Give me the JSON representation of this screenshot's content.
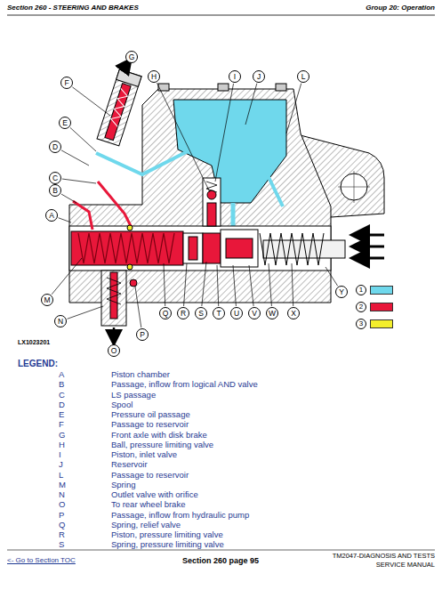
{
  "diagram": {
    "nodes": [
      {
        "text": [
          "A"
        ]
      },
      {
        "text": [
          "B"
        ]
      },
      {
        "text": [
          "C"
        ]
      },
      {
        "text": [
          "D"
        ]
      },
      {
        "text": [
          "E"
        ]
      },
      {
        "text": [
          "F"
        ]
      },
      {
        "text": [
          "G"
        ]
      },
      {
        "text": [
          "H"
        ]
      },
      {
        "text": [
          "I"
        ]
      },
      {
        "text": [
          "J"
        ]
      },
      {
        "text": [
          "L"
        ]
      },
      {
        "text": [
          "M"
        ]
      },
      {
        "text": [
          "N"
        ]
      },
      {
        "text": [
          "O"
        ]
      },
      {
        "text": [
          "P"
        ]
      },
      {
        "text": [
          "Q"
        ]
      },
      {
        "text": [
          "R"
        ]
      },
      {
        "text": [
          "S"
        ]
      },
      {
        "text": [
          "T"
        ]
      },
      {
        "text": [
          "U"
        ]
      },
      {
        "text": [
          "V"
        ]
      },
      {
        "text": [
          "W"
        ]
      },
      {
        "text": [
          "X"
        ]
      },
      {
        "text": [
          "Y"
        ]
      }
    ],
    "labels": [
      "Section 260 - STEERING AND BRAKES",
      "Group 20: Operation",
      "LX1023201",
      "LEGEND:",
      "A",
      "Piston chamber",
      "B",
      "Passage, inflow from logical AND valve",
      "C",
      "LS passage",
      "D",
      "Spool",
      "E",
      "Pressure oil passage",
      "F",
      "Passage to reservoir",
      "G",
      "Front axle with disk brake",
      "H",
      "Ball, pressure limiting valve",
      "I",
      "Piston, inlet valve",
      "J",
      "Reservoir",
      "L",
      "Passage to reservoir",
      "M",
      "Spring",
      "N",
      "Outlet valve with orifice",
      "O",
      "To rear wheel brake",
      "P",
      "Passage, inflow from hydraulic pump",
      "Q",
      "Spring, relief valve",
      "R",
      "Piston, pressure limiting valve",
      "S",
      "Spring, pressure limiting valve",
      "<- Go to Section TOC",
      "Section 260 page 95",
      "TM2047-DIAGNOSIS AND TESTS",
      "SERVICE MANUAL"
    ],
    "legend": [
      {
        "text": "1",
        "color": "#6fd8ec"
      },
      {
        "text": "2",
        "color": "#e8173a"
      },
      {
        "text": "3",
        "color": "#f3ee2c"
      }
    ]
  }
}
